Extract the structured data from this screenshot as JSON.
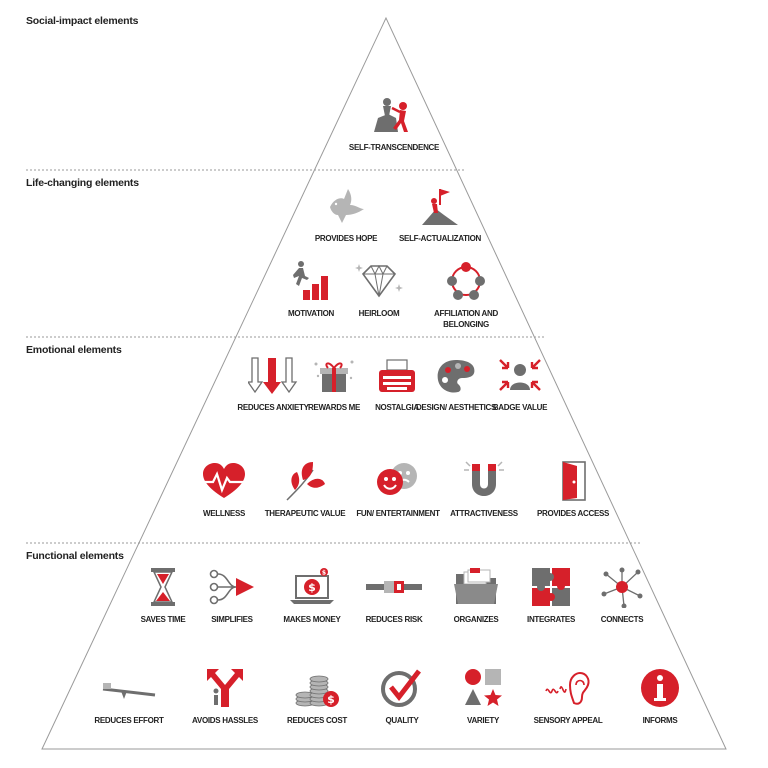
{
  "tiers": [
    {
      "label": "Social-impact elements"
    },
    {
      "label": "Life-changing elements"
    },
    {
      "label": "Emotional elements"
    },
    {
      "label": "Functional elements"
    }
  ],
  "elements": [
    {
      "label": "SELF-TRANSCENDENCE",
      "icon": "self-transcendence-icon"
    },
    {
      "label": "PROVIDES HOPE",
      "icon": "dove-icon"
    },
    {
      "label": "SELF-ACTUALIZATION",
      "icon": "summit-flag-icon"
    },
    {
      "label": "MOTIVATION",
      "icon": "runner-bars-icon"
    },
    {
      "label": "HEIRLOOM",
      "icon": "diamond-icon"
    },
    {
      "label": "AFFILIATION AND BELONGING",
      "icon": "circle-of-people-icon"
    },
    {
      "label": "REDUCES ANXIETY",
      "icon": "down-arrows-icon"
    },
    {
      "label": "REWARDS ME",
      "icon": "gift-icon"
    },
    {
      "label": "NOSTALGIA",
      "icon": "typewriter-icon"
    },
    {
      "label": "DESIGN/ AESTHETICS",
      "icon": "palette-icon"
    },
    {
      "label": "BADGE VALUE",
      "icon": "person-arrows-icon"
    },
    {
      "label": "WELLNESS",
      "icon": "heartbeat-icon"
    },
    {
      "label": "THERAPEUTIC VALUE",
      "icon": "leaves-icon"
    },
    {
      "label": "FUN/ ENTERTAINMENT",
      "icon": "masks-icon"
    },
    {
      "label": "ATTRACTIVENESS",
      "icon": "magnet-icon"
    },
    {
      "label": "PROVIDES ACCESS",
      "icon": "open-door-icon"
    },
    {
      "label": "SAVES TIME",
      "icon": "hourglass-icon"
    },
    {
      "label": "SIMPLIFIES",
      "icon": "merge-arrow-icon"
    },
    {
      "label": "MAKES MONEY",
      "icon": "laptop-dollar-icon"
    },
    {
      "label": "REDUCES RISK",
      "icon": "seatbelt-icon"
    },
    {
      "label": "ORGANIZES",
      "icon": "folder-icon"
    },
    {
      "label": "INTEGRATES",
      "icon": "puzzle-icon"
    },
    {
      "label": "CONNECTS",
      "icon": "network-icon"
    },
    {
      "label": "REDUCES EFFORT",
      "icon": "lever-icon"
    },
    {
      "label": "AVOIDS HASSLES",
      "icon": "split-arrow-icon"
    },
    {
      "label": "REDUCES COST",
      "icon": "coins-icon"
    },
    {
      "label": "QUALITY",
      "icon": "checkmark-icon"
    },
    {
      "label": "VARIETY",
      "icon": "shapes-icon"
    },
    {
      "label": "SENSORY APPEAL",
      "icon": "ear-icon"
    },
    {
      "label": "INFORMS",
      "icon": "info-icon"
    }
  ],
  "colors": {
    "red": "#d6202a",
    "gray": "#6e6e6e",
    "light_gray": "#b5b5b5",
    "line": "#9a9a9a"
  }
}
